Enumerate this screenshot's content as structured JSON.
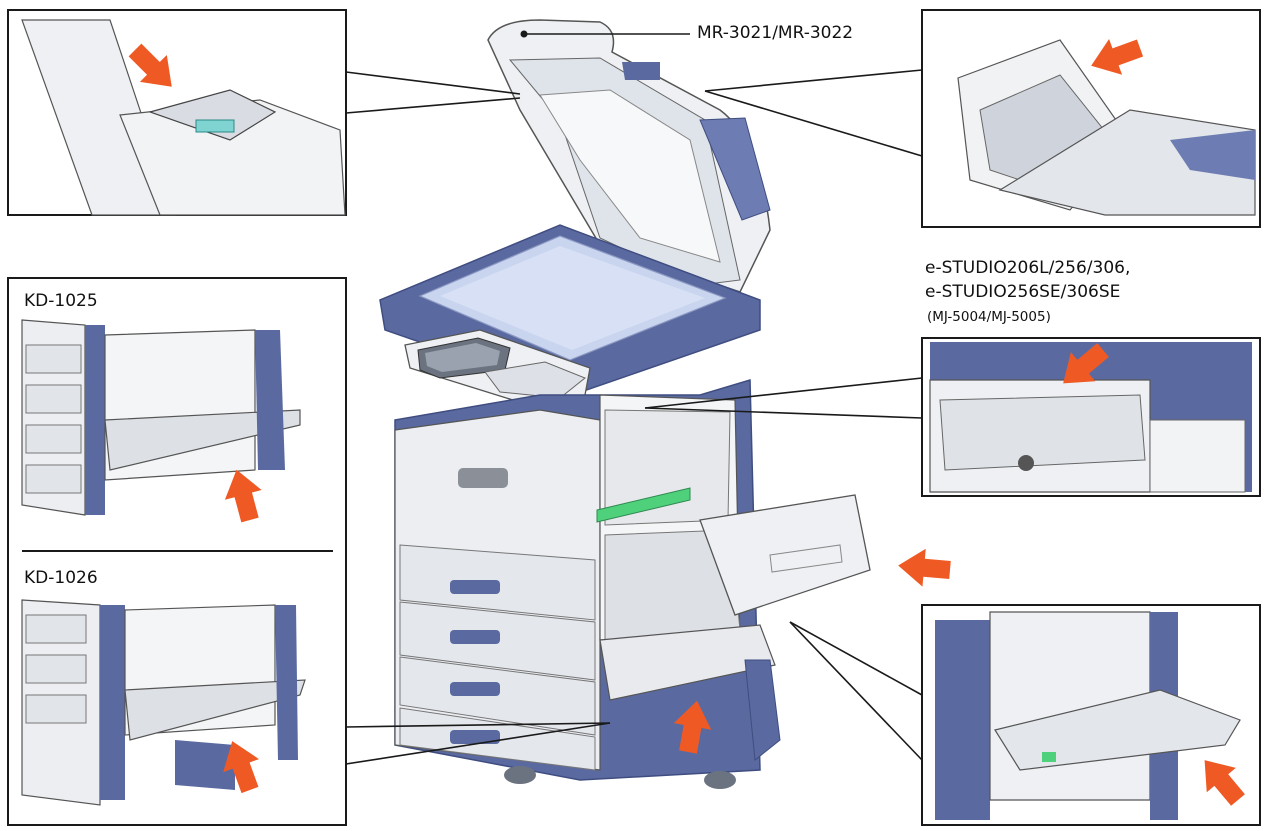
{
  "callouts": {
    "adf_model": "MR-3021/MR-3022",
    "kd1025": "KD-1025",
    "kd1026": "KD-1026",
    "studio_line1": "e-STUDIO206L/256/306,",
    "studio_line2": "e-STUDIO256SE/306SE",
    "studio_line3": "(MJ-5004/MJ-5005)"
  },
  "colors": {
    "machine_body": "#5a6aa0",
    "machine_body_dark": "#3f4d80",
    "panel_light": "#eef0f3",
    "glass": "#c9d4ee",
    "arrow": "#ef5a24",
    "highlight_teal": "#7fd3d0",
    "highlight_green": "#4fd07a",
    "frame": "#1a1a1a"
  },
  "icons": [
    "arrow-icon"
  ]
}
